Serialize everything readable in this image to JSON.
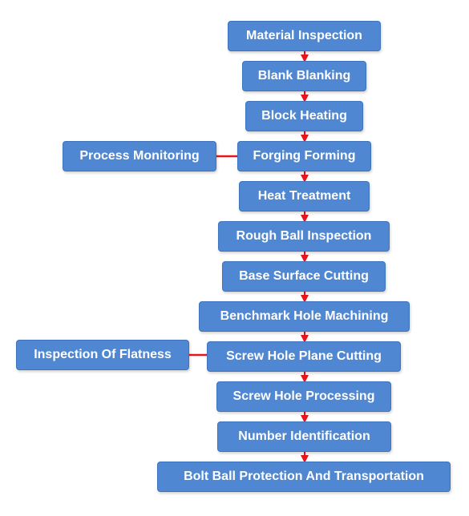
{
  "colors": {
    "box_fill": "#4f87d2",
    "box_text": "#ffffff",
    "connector": "#e8141a"
  },
  "steps": [
    "Material Inspection",
    "Blank Blanking",
    "Block Heating",
    "Forging Forming",
    "Heat Treatment",
    "Rough Ball Inspection",
    "Base Surface Cutting",
    "Benchmark Hole Machining",
    "Screw Hole Plane Cutting",
    "Screw Hole Processing",
    "Number Identification",
    "Bolt Ball Protection And Transportation"
  ],
  "side_steps": [
    {
      "label": "Process Monitoring",
      "attached_to": "Forging Forming"
    },
    {
      "label": "Inspection Of Flatness",
      "attached_to": "Screw Hole Plane Cutting"
    }
  ]
}
